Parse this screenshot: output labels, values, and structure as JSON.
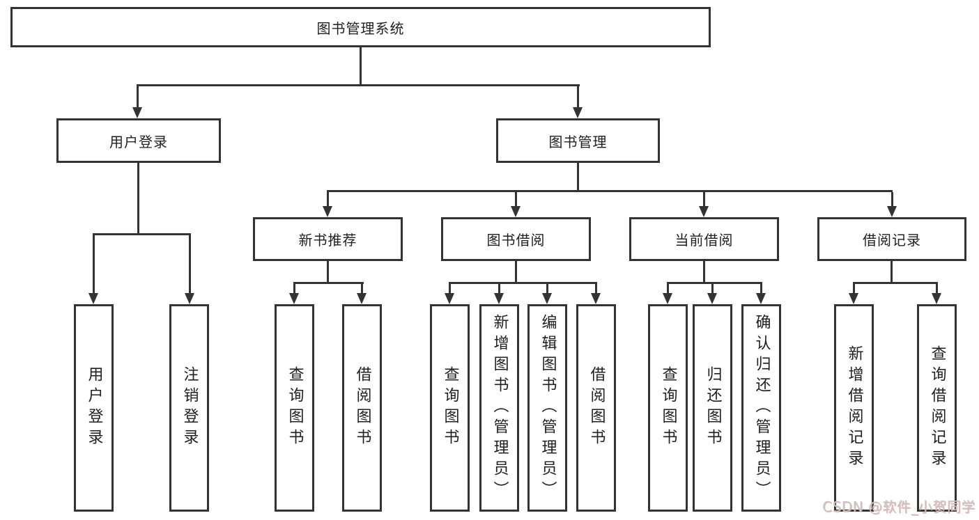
{
  "diagram": {
    "type": "hierarchy-tree",
    "root": {
      "label": "图书管理系统"
    },
    "level2": [
      {
        "label": "用户登录"
      },
      {
        "label": "图书管理"
      }
    ],
    "level3": [
      {
        "label": "新书推荐"
      },
      {
        "label": "图书借阅"
      },
      {
        "label": "当前借阅"
      },
      {
        "label": "借阅记录"
      }
    ],
    "leaves": [
      {
        "label": "用户登录"
      },
      {
        "label": "注销登录"
      },
      {
        "label": "查询图书"
      },
      {
        "label": "借阅图书"
      },
      {
        "label": "查询图书"
      },
      {
        "label": "新增图书（管理员）"
      },
      {
        "label": "编辑图书（管理员）"
      },
      {
        "label": "借阅图书"
      },
      {
        "label": "查询图书"
      },
      {
        "label": "归还图书"
      },
      {
        "label": "确认归还（管理员）"
      },
      {
        "label": "新增借阅记录"
      },
      {
        "label": "查询借阅记录"
      }
    ],
    "edges": [
      "图书管理系统→用户登录",
      "图书管理系统→图书管理",
      "用户登录→用户登录",
      "用户登录→注销登录",
      "图书管理→新书推荐",
      "图书管理→图书借阅",
      "图书管理→当前借阅",
      "图书管理→借阅记录",
      "新书推荐→查询图书",
      "新书推荐→借阅图书",
      "图书借阅→查询图书",
      "图书借阅→新增图书（管理员）",
      "图书借阅→编辑图书（管理员）",
      "图书借阅→借阅图书",
      "当前借阅→查询图书",
      "当前借阅→归还图书",
      "当前借阅→确认归还（管理员）",
      "借阅记录→新增借阅记录",
      "借阅记录→查询借阅记录"
    ]
  },
  "watermark": {
    "text": "CSDN @软件_小贺同学"
  },
  "colors": {
    "line": "#333333",
    "box_border": "#333333",
    "text": "#1f1f1f",
    "background": "#ffffff",
    "watermark": "#c6c6c6",
    "watermark_shadow": "#e78f8f"
  }
}
